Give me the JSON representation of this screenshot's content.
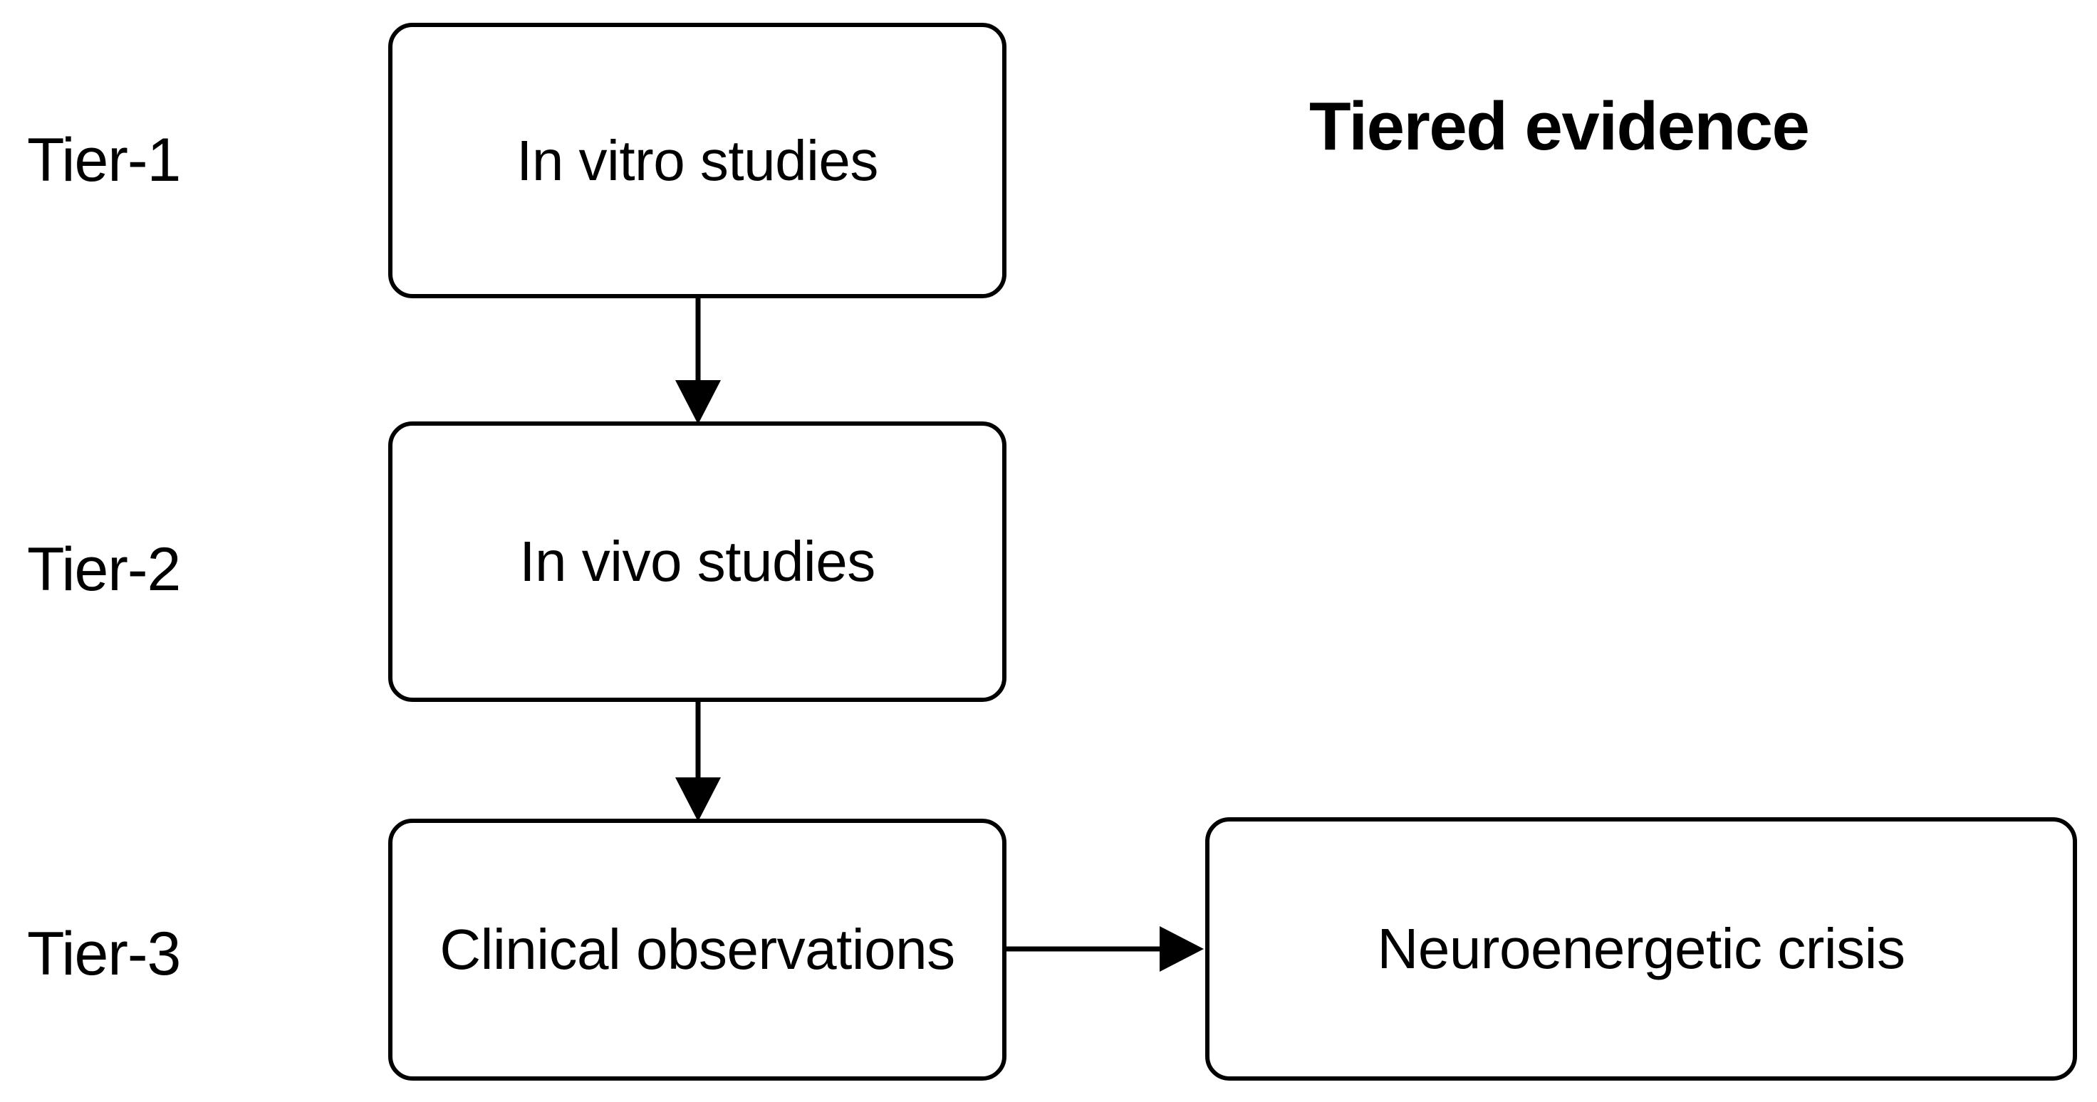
{
  "diagram": {
    "title": "Tiered evidence",
    "tiers": [
      {
        "id": "tier-1",
        "label": "Tier-1"
      },
      {
        "id": "tier-2",
        "label": "Tier-2"
      },
      {
        "id": "tier-3",
        "label": "Tier-3"
      }
    ],
    "nodes": [
      {
        "id": "in-vitro",
        "label": "In vitro studies",
        "tier": "Tier-1"
      },
      {
        "id": "in-vivo",
        "label": "In vivo studies",
        "tier": "Tier-2"
      },
      {
        "id": "clinical-obs",
        "label": "Clinical observations",
        "tier": "Tier-3"
      },
      {
        "id": "neuro-crisis",
        "label": "Neuroenergetic crisis",
        "tier": "Tier-3"
      }
    ],
    "edges": [
      {
        "id": "edge-in-vitro-to-in-vivo",
        "from": "in-vitro",
        "to": "in-vivo",
        "direction": "down",
        "label": ""
      },
      {
        "id": "edge-in-vivo-to-clinical",
        "from": "in-vivo",
        "to": "clinical-obs",
        "direction": "down",
        "label": ""
      },
      {
        "id": "edge-clinical-to-neurocrisis",
        "from": "clinical-obs",
        "to": "neuro-crisis",
        "direction": "right",
        "label": ""
      }
    ],
    "colors": {
      "background": "#ffffff",
      "stroke": "#000000",
      "text": "#000000",
      "node_fill": "#ffffff"
    }
  }
}
